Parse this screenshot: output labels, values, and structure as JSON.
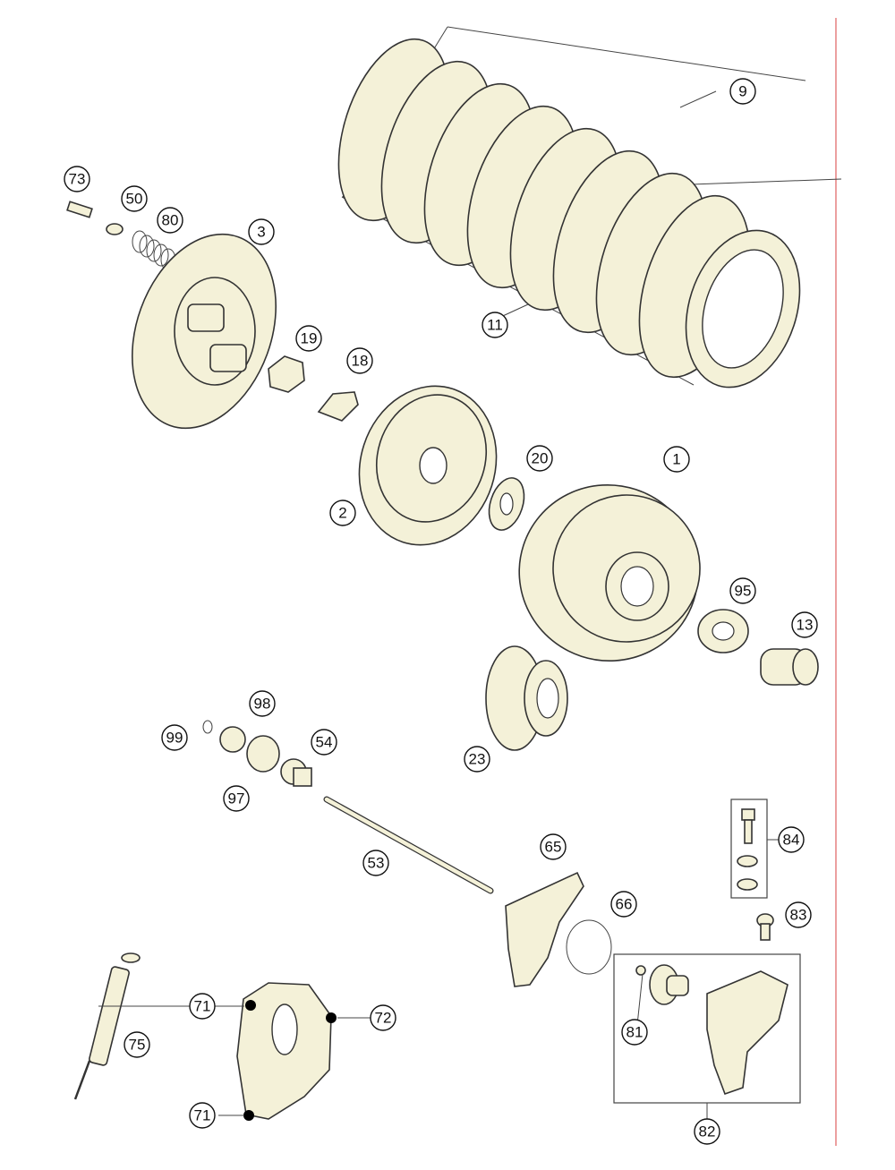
{
  "diagram": {
    "callouts": [
      {
        "id": "c9",
        "label": "9"
      },
      {
        "id": "c73",
        "label": "73"
      },
      {
        "id": "c50",
        "label": "50"
      },
      {
        "id": "c80",
        "label": "80"
      },
      {
        "id": "c3",
        "label": "3"
      },
      {
        "id": "c11",
        "label": "11"
      },
      {
        "id": "c19",
        "label": "19"
      },
      {
        "id": "c18",
        "label": "18"
      },
      {
        "id": "c20",
        "label": "20"
      },
      {
        "id": "c1",
        "label": "1"
      },
      {
        "id": "c2",
        "label": "2"
      },
      {
        "id": "c95",
        "label": "95"
      },
      {
        "id": "c13",
        "label": "13"
      },
      {
        "id": "c98",
        "label": "98"
      },
      {
        "id": "c99",
        "label": "99"
      },
      {
        "id": "c54",
        "label": "54"
      },
      {
        "id": "c97",
        "label": "97"
      },
      {
        "id": "c23",
        "label": "23"
      },
      {
        "id": "c84",
        "label": "84"
      },
      {
        "id": "c53",
        "label": "53"
      },
      {
        "id": "c65",
        "label": "65"
      },
      {
        "id": "c66",
        "label": "66"
      },
      {
        "id": "c83",
        "label": "83"
      },
      {
        "id": "c71a",
        "label": "71"
      },
      {
        "id": "c72",
        "label": "72"
      },
      {
        "id": "c75",
        "label": "75"
      },
      {
        "id": "c81",
        "label": "81"
      },
      {
        "id": "c71b",
        "label": "71"
      },
      {
        "id": "c82",
        "label": "82"
      }
    ]
  },
  "colors": {
    "part_fill": "#f4f1d8",
    "outline": "#333333",
    "margin_line": "#e06060"
  }
}
